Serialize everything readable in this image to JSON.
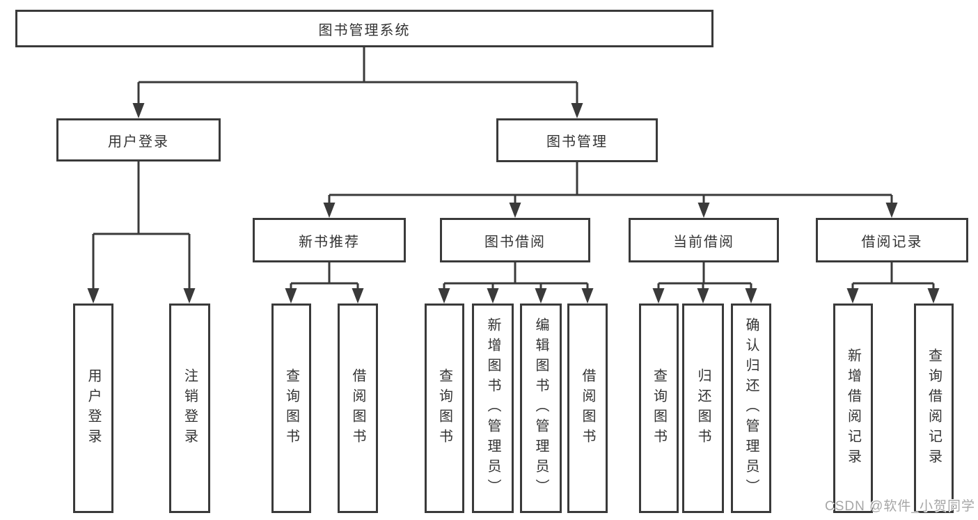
{
  "tree": {
    "label": "图书管理系统",
    "children": [
      {
        "label": "用户登录",
        "children": [
          {
            "label": "用户登录"
          },
          {
            "label": "注销登录"
          }
        ]
      },
      {
        "label": "图书管理",
        "children": [
          {
            "label": "新书推荐",
            "children": [
              {
                "label": "查询图书"
              },
              {
                "label": "借阅图书"
              }
            ]
          },
          {
            "label": "图书借阅",
            "children": [
              {
                "label": "查询图书"
              },
              {
                "label": "新增图书（管理员）"
              },
              {
                "label": "编辑图书（管理员）"
              },
              {
                "label": "借阅图书"
              }
            ]
          },
          {
            "label": "当前借阅",
            "children": [
              {
                "label": "查询图书"
              },
              {
                "label": "归还图书"
              },
              {
                "label": "确认归还（管理员）"
              }
            ]
          },
          {
            "label": "借阅记录",
            "children": [
              {
                "label": "新增借阅记录"
              },
              {
                "label": "查询借阅记录"
              }
            ]
          }
        ]
      }
    ]
  },
  "watermark": {
    "text": "CSDN @软件_小贺同学"
  },
  "colors": {
    "line": "#3a3a3a",
    "text": "#333333",
    "watermark": "#a6a6a6",
    "background": "#ffffff"
  }
}
